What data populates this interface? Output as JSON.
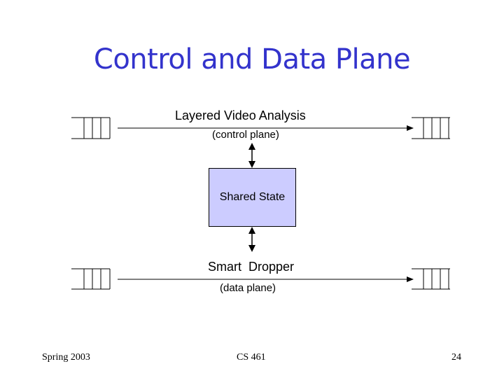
{
  "slide": {
    "title": "Control and Data Plane"
  },
  "diagram": {
    "control_label": "Layered Video Analysis",
    "control_sublabel": "(control plane)",
    "shared_state": "Shared State",
    "data_label": "Smart  Dropper",
    "data_sublabel": "(data plane)"
  },
  "footer": {
    "left": "Spring 2003",
    "center": "CS 461",
    "right": "24"
  },
  "colors": {
    "title": "#3333cc",
    "box_fill": "#ccccff"
  }
}
